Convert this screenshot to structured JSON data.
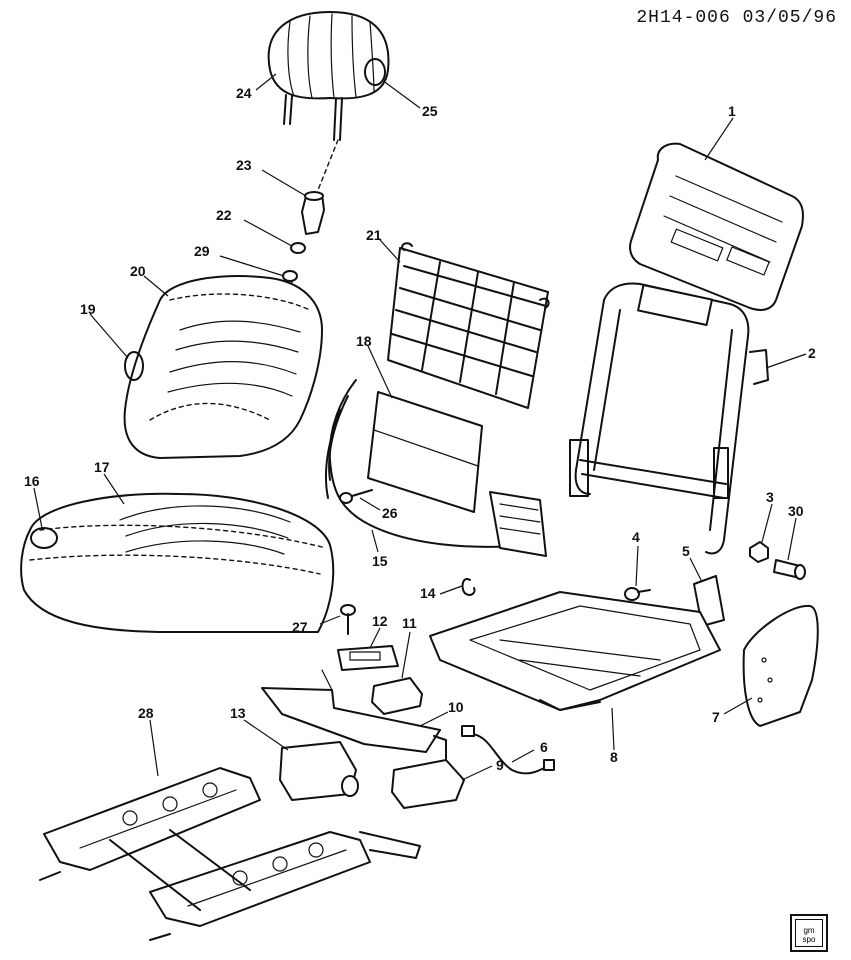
{
  "header": {
    "code": "2H14-006 03/05/96"
  },
  "logo": {
    "line1": "gm",
    "line2": "spo"
  },
  "callouts": [
    {
      "id": "1",
      "label": "1"
    },
    {
      "id": "2",
      "label": "2"
    },
    {
      "id": "3",
      "label": "3"
    },
    {
      "id": "4",
      "label": "4"
    },
    {
      "id": "5",
      "label": "5"
    },
    {
      "id": "6",
      "label": "6"
    },
    {
      "id": "7",
      "label": "7"
    },
    {
      "id": "8",
      "label": "8"
    },
    {
      "id": "9",
      "label": "9"
    },
    {
      "id": "10",
      "label": "10"
    },
    {
      "id": "11",
      "label": "11"
    },
    {
      "id": "12",
      "label": "12"
    },
    {
      "id": "13",
      "label": "13"
    },
    {
      "id": "14",
      "label": "14"
    },
    {
      "id": "15",
      "label": "15"
    },
    {
      "id": "16",
      "label": "16"
    },
    {
      "id": "17",
      "label": "17"
    },
    {
      "id": "18",
      "label": "18"
    },
    {
      "id": "19",
      "label": "19"
    },
    {
      "id": "20",
      "label": "20"
    },
    {
      "id": "21",
      "label": "21"
    },
    {
      "id": "22",
      "label": "22"
    },
    {
      "id": "23",
      "label": "23"
    },
    {
      "id": "24",
      "label": "24"
    },
    {
      "id": "25",
      "label": "25"
    },
    {
      "id": "26",
      "label": "26"
    },
    {
      "id": "27",
      "label": "27"
    },
    {
      "id": "28",
      "label": "28"
    },
    {
      "id": "29",
      "label": "29"
    },
    {
      "id": "30",
      "label": "30"
    }
  ]
}
